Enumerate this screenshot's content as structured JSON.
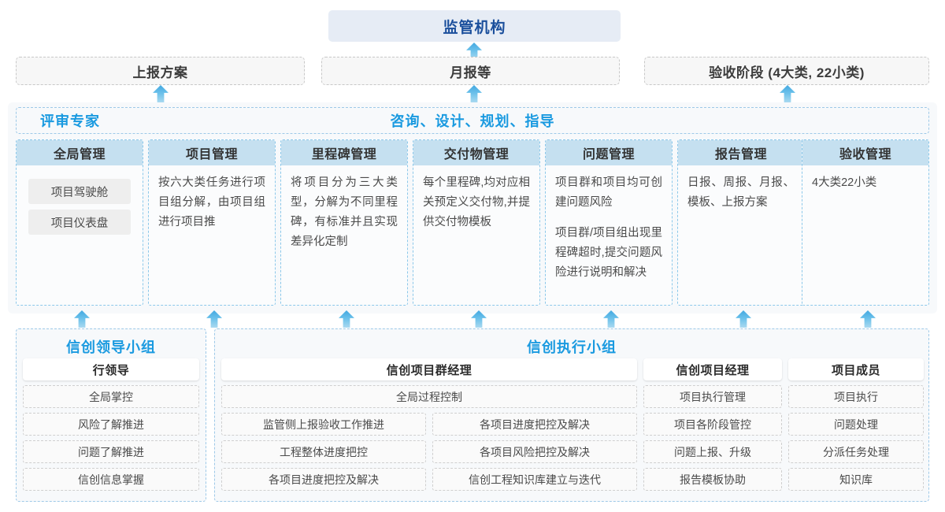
{
  "top": {
    "regulator": "监管机构",
    "reports": [
      {
        "id": "plan",
        "label": "上报方案"
      },
      {
        "id": "monthly",
        "label": "月报等"
      },
      {
        "id": "accept",
        "label": "验收阶段 (4大类, 22小类)"
      }
    ]
  },
  "middle": {
    "title_left": "评审专家",
    "title_center": "咨询、设计、规划、指导",
    "columns": [
      {
        "head": "全局管理",
        "paras": [],
        "chips": [
          "项目驾驶舱",
          "项目仪表盘"
        ]
      },
      {
        "head": "项目管理",
        "paras": [
          "按六大类任务进行项目组分解，由项目组进行项目推"
        ],
        "chips": []
      },
      {
        "head": "里程碑管理",
        "paras": [
          "将项目分为三大类型，分解为不同里程碑，有标准并且实现差异化定制"
        ],
        "chips": []
      },
      {
        "head": "交付物管理",
        "paras": [
          "每个里程碑,均对应相关预定义交付物,并提供交付物模板"
        ],
        "chips": []
      },
      {
        "head": "问题管理",
        "paras": [
          "项目群和项目均可创建问题风险",
          "项目群/项目组出现里程碑超时,提交问题风险进行说明和解决"
        ],
        "chips": []
      },
      {
        "head": "报告管理",
        "paras": [
          "日报、周报、月报、模板、上报方案"
        ],
        "chips": []
      },
      {
        "head": "验收管理",
        "paras": [
          "4大类22小类"
        ],
        "chips": []
      }
    ]
  },
  "bottom": {
    "left": {
      "title": "信创领导小组",
      "role": "行领导",
      "tasks": [
        "全局掌控",
        "风险了解推进",
        "问题了解推进",
        "信创信息掌握"
      ]
    },
    "right": {
      "title": "信创执行小组",
      "groups": [
        {
          "role": "信创项目群经理",
          "wide_task": "全局过程控制",
          "tasks_left": [
            "监管侧上报验收工作推进",
            "工程整体进度把控",
            "各项目进度把控及解决"
          ],
          "tasks_right": [
            "各项目进度把控及解决",
            "各项目风险把控及解决",
            "信创工程知识库建立与迭代"
          ]
        },
        {
          "role": "信创项目经理",
          "tasks": [
            "项目执行管理",
            "项目各阶段管控",
            "问题上报、升级",
            "报告模板协助"
          ]
        },
        {
          "role": "项目成员",
          "tasks": [
            "项目执行",
            "问题处理",
            "分派任务处理",
            "知识库"
          ]
        }
      ]
    }
  },
  "colors": {
    "accent_blue": "#1a9ae0",
    "banner_text": "#1b4f9c",
    "banner_bg": "#e6ecf5",
    "column_head_bg": "#c5e0f0",
    "arrow": "#5cb8e6"
  }
}
